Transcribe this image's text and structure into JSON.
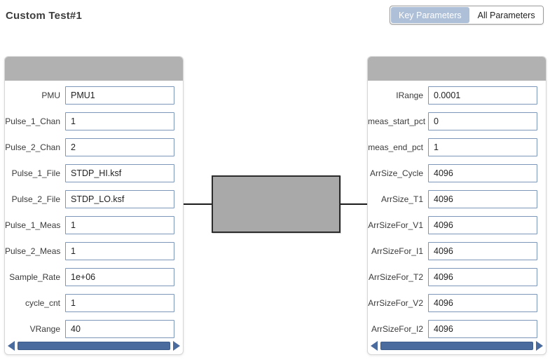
{
  "page": {
    "title": "Custom Test#1"
  },
  "toggle": {
    "options": [
      {
        "label": "Key Parameters",
        "selected": true
      },
      {
        "label": "All Parameters",
        "selected": false
      }
    ]
  },
  "left_panel": {
    "fields": [
      {
        "label": "PMU",
        "value": "PMU1"
      },
      {
        "label": "Pulse_1_Chan",
        "value": "1"
      },
      {
        "label": "Pulse_2_Chan",
        "value": "2"
      },
      {
        "label": "Pulse_1_File",
        "value": "STDP_HI.ksf"
      },
      {
        "label": "Pulse_2_File",
        "value": "STDP_LO.ksf"
      },
      {
        "label": "Pulse_1_Meas",
        "value": "1"
      },
      {
        "label": "Pulse_2_Meas",
        "value": "1"
      },
      {
        "label": "Sample_Rate",
        "value": "1e+06"
      },
      {
        "label": "cycle_cnt",
        "value": "1"
      },
      {
        "label": "VRange",
        "value": "40"
      }
    ]
  },
  "right_panel": {
    "fields": [
      {
        "label": "IRange",
        "value": "0.0001"
      },
      {
        "label": "meas_start_pct",
        "value": "0"
      },
      {
        "label": "meas_end_pct",
        "value": "1"
      },
      {
        "label": "ArrSize_Cycle",
        "value": "4096"
      },
      {
        "label": "ArrSize_T1",
        "value": "4096"
      },
      {
        "label": "ArrSizeFor_V1",
        "value": "4096"
      },
      {
        "label": "ArrSizeFor_I1",
        "value": "4096"
      },
      {
        "label": "ArrSizeFor_T2",
        "value": "4096"
      },
      {
        "label": "ArrSizeFor_V2",
        "value": "4096"
      },
      {
        "label": "ArrSizeFor_I2",
        "value": "4096"
      }
    ]
  },
  "icons": {
    "scroll_left": "left-triangle-arrow",
    "scroll_right": "right-triangle-arrow"
  },
  "colors": {
    "accent_blue": "#4a6b9d",
    "toggle_selected_bg": "#aebfd8",
    "panel_header_gray": "#b1b1b1",
    "input_border_blue": "#7b96b8",
    "device_box_fill": "#a9a9a9",
    "device_box_border": "#2b2b2b"
  }
}
